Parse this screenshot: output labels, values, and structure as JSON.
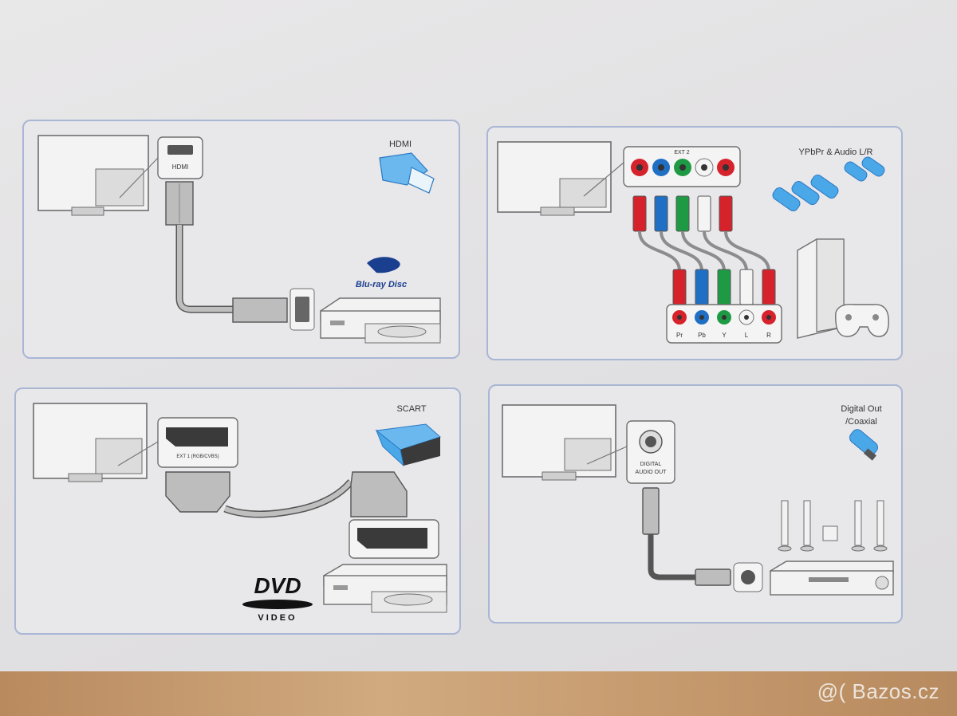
{
  "panels": {
    "hdmi": {
      "title": "HDMI",
      "port_label": "HDMI",
      "logo_main": "Blu-ray Disc"
    },
    "component": {
      "title": "YPbPr & Audio L/R",
      "port_label": "EXT 2",
      "jack_labels": [
        "Pr",
        "Pb",
        "Y",
        "L",
        "R"
      ]
    },
    "scart": {
      "title": "SCART",
      "port_label": "EXT 1 (RGB/CVBS)",
      "logo_main": "DVD",
      "logo_sub": "VIDEO"
    },
    "coaxial": {
      "title_line1": "Digital Out",
      "title_line2": "/Coaxial",
      "port_label_line1": "DIGITAL",
      "port_label_line2": "AUDIO OUT"
    }
  },
  "watermark": "@( Bazos.cz",
  "colors": {
    "red": "#d6222b",
    "blue": "#1f6fc4",
    "green": "#1f9a44",
    "white": "#f4f4f4",
    "panel_border": "#a9b6d4",
    "cable": "#8c8c8c",
    "icon_blue": "#4aa8e8"
  }
}
